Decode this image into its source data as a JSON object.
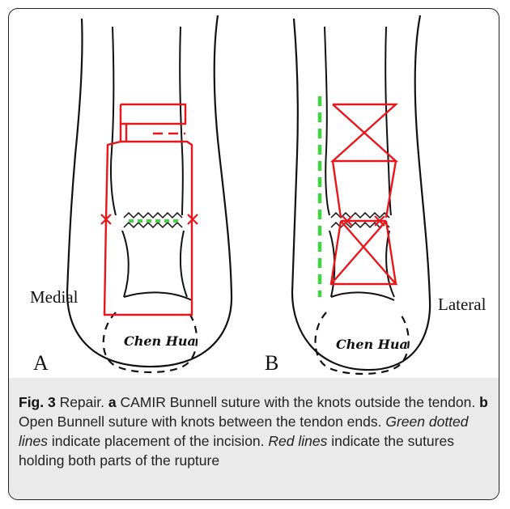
{
  "figure": {
    "panel_a": {
      "letter": "A",
      "side_label": "Medial",
      "signature": "Chen Hua"
    },
    "panel_b": {
      "letter": "B",
      "side_label": "Lateral",
      "signature": "Chen Hua"
    },
    "colors": {
      "outline": "#111111",
      "suture": "#e8151b",
      "incision": "#3dd63d",
      "caption_bg": "#eaeaea"
    },
    "icons": [
      "knot-x-icon"
    ]
  },
  "caption": {
    "fig_label": "Fig. 3",
    "title": " Repair. ",
    "a_label": "a",
    "a_text": " CAMIR Bunnell suture with the knots outside the tendon. ",
    "b_label": "b",
    "b_text": " Open Bunnell suture with knots between the tendon ends. ",
    "green_label": "Green dotted lines",
    "green_text": " indicate placement of the incision. ",
    "red_label": "Red lines",
    "red_text": " indicate the sutures holding both parts of the rupture"
  }
}
